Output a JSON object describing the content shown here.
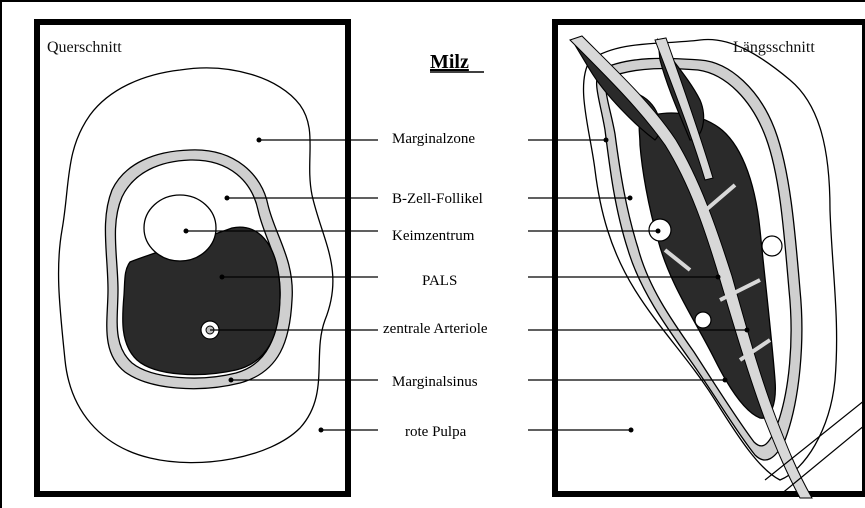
{
  "title": "Milz",
  "left_panel": {
    "title": "Querschnitt"
  },
  "right_panel": {
    "title": "Längsschnitt"
  },
  "labels": [
    "Marginalzone",
    "B-Zell-Follikel",
    "Keimzentrum",
    "PALS",
    "zentrale Arteriole",
    "Marginalsinus",
    "rote Pulpa"
  ],
  "colors": {
    "pals": "#2a2a2a",
    "marginal_sinus": "#cfcfcf",
    "background": "#ffffff",
    "lines": "#000000"
  }
}
